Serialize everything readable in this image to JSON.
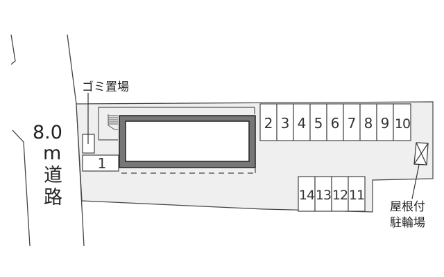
{
  "road": {
    "width_label": "8.0",
    "unit_label": "m",
    "char1": "道",
    "char2": "路"
  },
  "labels": {
    "garbage": "ゴミ置場",
    "bike_line1": "屋根付",
    "bike_line2": "駐輪場"
  },
  "parking": {
    "top_row": [
      "2",
      "3",
      "4",
      "5",
      "6",
      "7",
      "8",
      "9",
      "10"
    ],
    "bottom_row": [
      "14",
      "13",
      "12",
      "11"
    ],
    "space_1": "1"
  },
  "colors": {
    "lot_fill": "#efefef",
    "building_wall": "#777777",
    "line": "#333333"
  }
}
